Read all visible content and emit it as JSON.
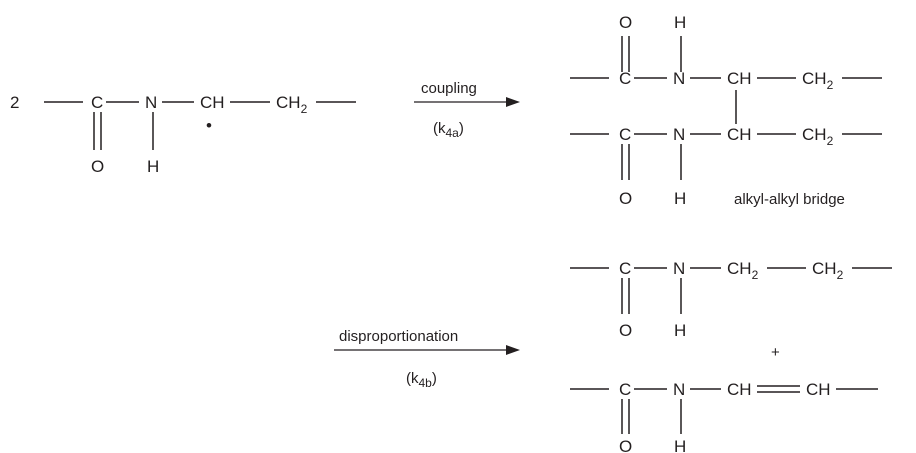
{
  "reactant": {
    "coefficient": "2",
    "atoms": {
      "c": "C",
      "n": "N",
      "ch": "CH",
      "ch2": "CH",
      "ch2_sub": "2",
      "o": "O",
      "h": "H"
    },
    "radical_dot": "•"
  },
  "coupling": {
    "label": "coupling",
    "rate": "(k",
    "rate_sub": "4a",
    "rate_close": ")",
    "top": {
      "o": "O",
      "h": "H",
      "c": "C",
      "n": "N",
      "ch": "CH",
      "ch2": "CH",
      "ch2_sub": "2"
    },
    "bottom": {
      "c": "C",
      "n": "N",
      "ch": "CH",
      "ch2": "CH",
      "ch2_sub": "2",
      "o": "O",
      "h": "H"
    },
    "product_caption": "alkyl-alkyl bridge"
  },
  "disproportionation": {
    "label": "disproportionation",
    "rate": "(k",
    "rate_sub": "4b",
    "rate_close": ")",
    "saturated": {
      "c": "C",
      "n": "N",
      "ch2a": "CH",
      "ch2a_sub": "2",
      "ch2b": "CH",
      "ch2b_sub": "2",
      "o": "O",
      "h": "H"
    },
    "plus": "+",
    "unsaturated": {
      "c": "C",
      "n": "N",
      "ch1": "CH",
      "ch2": "CH",
      "o": "O",
      "h": "H"
    }
  }
}
